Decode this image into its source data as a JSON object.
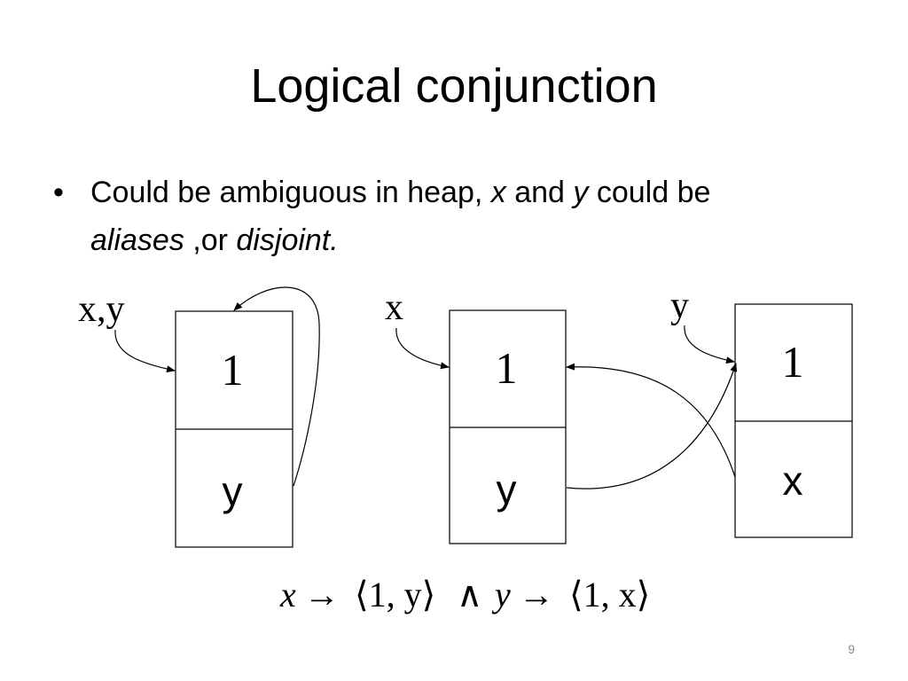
{
  "slide": {
    "title": "Logical conjunction",
    "bullet": {
      "part1": "Could be ambiguous in heap, ",
      "x": "x",
      "and": " and ",
      "y": "y",
      "part2": " could be",
      "aliases": "aliases",
      "or": " ,or ",
      "disjoint": "disjoint."
    },
    "page_number": "9"
  },
  "diagram": {
    "aliased": {
      "pointer_label": "x,y",
      "cell_top": "1",
      "cell_bottom": "y"
    },
    "disjoint": {
      "left_pointer_label": "x",
      "left_cell_top": "1",
      "left_cell_bottom": "y",
      "right_pointer_label": "y",
      "right_cell_top": "1",
      "right_cell_bottom": "x"
    },
    "formula": {
      "x1": "x",
      "arrow1": "→",
      "tuple1": "⟨1, y⟩",
      "and_symbol": "∧",
      "y2": "y",
      "arrow2": "→",
      "tuple2": "⟨1, x⟩"
    }
  }
}
